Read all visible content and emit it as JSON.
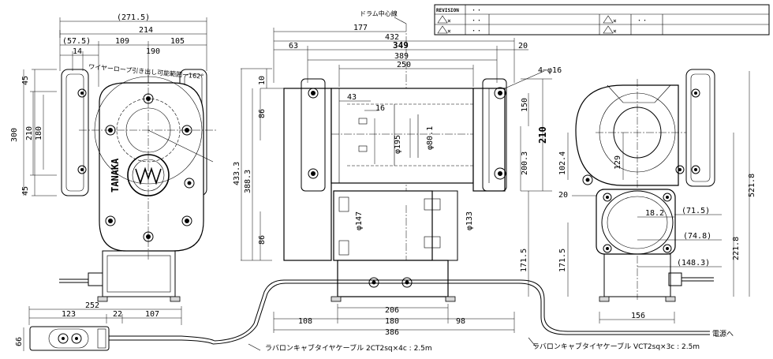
{
  "revision_block": {
    "header": "REVISION",
    "marks": [
      "×",
      "×",
      "×",
      "×"
    ],
    "placeholders": [
      "・・",
      "・・",
      "・・",
      "・・"
    ]
  },
  "left_view": {
    "top_dims": [
      "(271.5)",
      "214",
      "(57.5)",
      "109",
      "105",
      "14",
      "190"
    ],
    "annotation": "ワイヤーロープ引き出し可能範囲ー162°",
    "side_dims": [
      "45",
      "300",
      "210",
      "180",
      "45"
    ],
    "brand": "TANAKA",
    "bottom_dims": [
      "252",
      "123",
      "22",
      "107",
      "66"
    ]
  },
  "center_view": {
    "top_label": "ドラム中心線",
    "top_dims": [
      "177",
      "432",
      "63",
      "349",
      "20",
      "389",
      "250"
    ],
    "inner_dims": [
      "43",
      "16",
      "φ195",
      "φ80.1",
      "φ147",
      "φ133"
    ],
    "hole_label": "4−φ16",
    "side_dims": [
      "10",
      "86",
      "388.3",
      "433.3",
      "86",
      "150",
      "210",
      "200.3",
      "171.5"
    ],
    "bottom_dims": [
      "206",
      "108",
      "180",
      "98",
      "386"
    ],
    "cable_label": "ラバロンキャブタイヤケーブル 2CT2sq×4c : 2.5m"
  },
  "right_view": {
    "dims": [
      "102.4",
      "129",
      "20",
      "18.2",
      "(71.5)",
      "(74.8)",
      "(148.3)",
      "171.5",
      "221.8",
      "521.8",
      "156"
    ],
    "cable_label": "ラバロンキャブタイヤケーブル VCT2sq×3c : 2.5m",
    "power_label": "電源へ"
  }
}
